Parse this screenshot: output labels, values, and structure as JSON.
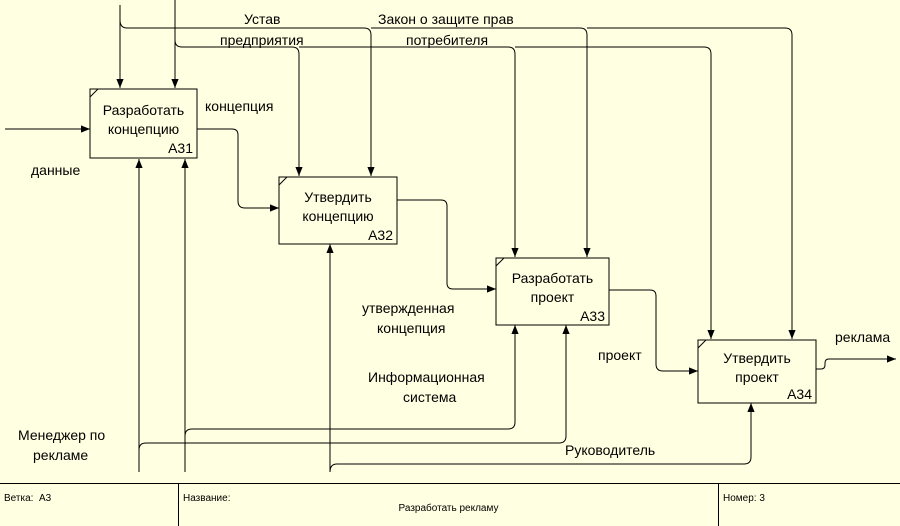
{
  "boxes": [
    {
      "title1": "Разработать",
      "title2": "концепцию",
      "num": "A31"
    },
    {
      "title1": "Утвердить",
      "title2": "концепцию",
      "num": "A32"
    },
    {
      "title1": "Разработать",
      "title2": "проект",
      "num": "A33"
    },
    {
      "title1": "Утвердить",
      "title2": "проект",
      "num": "A34"
    }
  ],
  "labels": {
    "ustav_1": "Устав",
    "ustav_2": "предприятия",
    "zakon_1": "Закон о защите прав",
    "zakon_2": "потребителя",
    "koncepcia": "концепция",
    "dannye": "данные",
    "utv_koncepcia_1": "утвержденная",
    "utv_koncepcia_2": "концепция",
    "proekt": "проект",
    "reklama": "реклама",
    "info_1": "Информационная",
    "info_2": "система",
    "menedzher_1": "Менеджер по",
    "menedzher_2": "рекламе",
    "rukovoditel": "Руководитель"
  },
  "footer": {
    "branch_label": "Ветка:",
    "branch_value": "A3",
    "name_label": "Название:",
    "name_value": "Разработать рекламу",
    "number_label": "Номер:",
    "number_value": "3"
  }
}
